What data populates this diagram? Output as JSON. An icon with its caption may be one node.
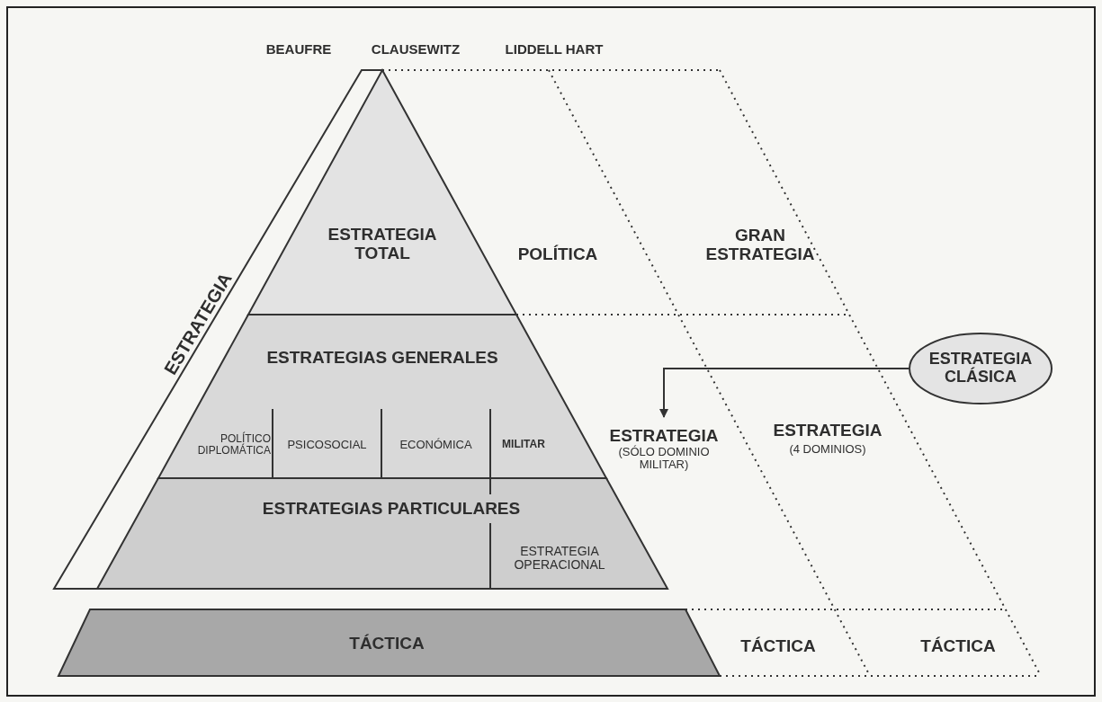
{
  "diagram": {
    "nodes": [
      {
        "text": [
          "ESTRATEGIA TOTAL"
        ]
      },
      {
        "text": [
          "ESTRATEGIAS GENERALES"
        ]
      },
      {
        "text": [
          "ESTRATEGIA CLÁSICA"
        ]
      },
      {
        "text": [
          "POLÍTICO DIPLOMÁTICA"
        ],
        "in": 1
      },
      {
        "text": [
          "PSICOSOCIAL"
        ],
        "in": 1
      },
      {
        "text": [
          "ECONÓMICA"
        ],
        "in": 1
      },
      {
        "text": [
          "MILITAR"
        ],
        "in": 1
      },
      {
        "text": [
          "ESTRATEGIA",
          "(SÓLO DOMINIO MILITAR)"
        ]
      },
      {
        "text": [
          "ESTRATEGIAS PARTICULARES"
        ]
      },
      {
        "text": [
          "ESTRATEGIA OPERACIONAL"
        ],
        "in": 8
      },
      {
        "text": [
          "TÁCTICA"
        ]
      }
    ],
    "edges": [
      {
        "from": 2,
        "to": 7,
        "arrow": "to"
      }
    ],
    "labels": [
      "BEAUFRE",
      "CLAUSEWITZ",
      "LIDDELL HART",
      "ESTRATEGIA",
      "POLÍTICA",
      "GRAN ESTRATEGIA",
      "ESTRATEGIA",
      "(4 DOMINIOS)",
      "TÁCTICA",
      "TÁCTICA"
    ]
  }
}
